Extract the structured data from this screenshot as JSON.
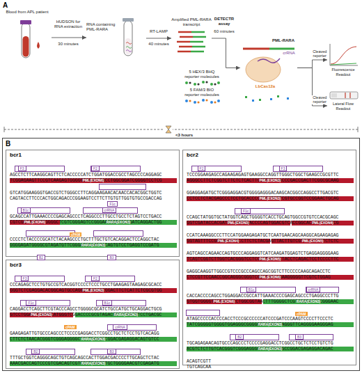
{
  "diagram": {
    "nodes": [
      {
        "text": [
          "Blood from APL patient"
        ]
      },
      {
        "text": [
          "RNA containing PML-RARA"
        ]
      },
      {
        "text": [
          "Amplified PML-RARA transcript"
        ]
      },
      {
        "text": [
          "PML-RARA",
          "crRNA",
          "LbCas12a"
        ]
      },
      {
        "text": [
          "Fluorescence Readout"
        ]
      },
      {
        "text": [
          "Lateral Flow Readout"
        ]
      },
      {
        "text": [
          "B"
        ]
      },
      {
        "in": 6,
        "text": [
          "bcr1",
          "F3",
          "F2",
          "AGCCTCTTCAAGGCAGTTCTCACCCCCATCTGGATGGACCGCCTAGCCCCAGGAGC",
          "TCGGAGAAGTTCCGTCAAGAGTGGGGGTAGACCTACCTGGCGGATCGGGGTCCTCG",
          "PML(EXON6)",
          "GTCATGGAAGGGTGACCGTCTGGGCCTTCAGGAAGAACACAACCACACGGCTGGTC",
          "CAGTACCTTCCCACTGGCAGACCCGGAAGTCCTTCTTGTGTTGGTGTGCCGACCAG",
          "F1c",
          "B1c",
          "crRNA",
          "GCAGCCATTGAAACCCCGAGCAGCCCTCAGGCCCTTGCCTGCCTCTAGTCCTGACC",
          "CGTCGGTAACTTTGGGGCTCGTCGGGAGTCCGGGAACGGACGGAGATCAGGACTGG",
          "PML(EXON6)",
          "RARA(EXON3)",
          "cPAM",
          "CCCCTCTACCCCGCATCTACAAGCCCTGCTTTGCTGTCACAGGACTCCAGGCTAC",
          "GGGGAGATGGGGCGTAGATGTTCGGGACGAAACGACAGTGTCCTGAGGTCCGATG",
          "RARA(EXON3)",
          "B2",
          "B3"
        ]
      },
      {
        "in": 6,
        "text": [
          "bcr2",
          "F2",
          "F3",
          "TCCCGGAAGAGCCAGAAGAGAGTGAAGGCCAGGTTGGGCTGGCTGAAGCCGCGTTC",
          "AGGGCCTTCTCGGTCTTCTCTCACTTCCGGTCCAACCCGACCGACTTCGGCGCAAG",
          "PML(EXON3)",
          "GGAGGAGATGCTCGGGAGGACGTGGGGAGGGACAAGCACGGCCAGGCCTTGACGTC",
          "CCTCCTCTACGAGCCCTCCTGCACCCCTCCCTGTTCGTGCCGGTCCGGAACTGCAG",
          "PML(EXON3)",
          "F1c",
          "CCAGCTATGGTGCTATGGTCAGCTGGGGTCACCTGCAGTGGCCGTGTCCACGCAGC",
          "GGTCGATACCACGATACCAGTCGACCCCAGTGGACGTCACCGGCACAGGTGCGTCG",
          "PML(EXON3)",
          "PML(EXON4)",
          "CCATCAAAGGCCCTTCCATGGAAGAGATGCTCAATGAACAGCAAGGCAGAAGAGAG",
          "GGTAGTTTCCGGGAAGGTACCTTCTCTACGAGTTACTTGTCGTTCCGTCTTCTCTC",
          "PML(EXON4)",
          "PML(EXON5)",
          "AGTCAGCCAGAACCAGTGCCCAGGAGGTCATCAAGATGGAGTCTGAGGAGGGGAAG",
          "TCAGTCGGTCTTGGTCACGGGTCCTCCAGTAGTTCTACCTCAGACTCCTCCCCTTC",
          "PML(EXON5)",
          "GAGGCAAGGTTGGCCGTCCCGCCCAGCCAGCGGTCTTCCCCCAAGCAGACCTC",
          "CTCCGTTCCAACCGGCAGGGCGGGTCGGTCGCCAGAAGGGGGTTCGTCTGGAG",
          "PML(EXON6)",
          "B1c",
          "crRNA",
          "CACCACCCCAGCCTGGAGGACCGCCATTGAAACCCCGAGCAGCCCTGAGGCCCTTG",
          "GTGGTGGGGTCGGACCTCCTGGCGGTAACTTTGGGGCTCGTCGGGACTCCGGGAAC",
          "PML(EXON6)",
          "RARA(EXON3)",
          "cPAM",
          "ATAGCCCCCACCCCACCTCCCGCCCCCCATCCCGATCCCAAGTCCCCTTCCCTC",
          "TATCGGGGGTGGGGTGGAGGGCGGGGGGTAGGGCTAGGGTTCAGGGGAAGGGAG",
          "RARA(EXON3)",
          "B2",
          "B3",
          "TGCAGAGAACAGTGCCCAGCCCTCCCCGAGGACCTCGGCCTGCTCTCCTGTCTG",
          "ACGTCTCTTGTCACGGGTCGGGAGGGGCTCCTGGAGCCGGACGAGAGGACAGAC",
          "RARA(EXON3)",
          "ACAGTCGTT",
          "TGTCAGCAA"
        ]
      },
      {
        "in": 6,
        "text": [
          "bcr3",
          "F3",
          "F2",
          "CCCAGAGCTCCTGTGCCGTCACGGTCCCCTCCCTGCCTGAAGAGTAAGAGCGCACC",
          "GGGTCTCGAGGACACGGCAGTGCCAGGGGAGGGACGGACTTCTCATTCTCGCGTGG",
          "PML(EXON3)",
          "F1c",
          "B1c",
          "CAGGACCTCAGCTTCGTACCCAGCCTGGGGCGCATCTGCCATGCTGCAGGACTGCG",
          "GTCCTGGAGTCGAAGCATGGGTCGGACCCCGCGTAGACGGTACGACGTCCTGACGC",
          "PML(EXON3)",
          "RARA(EXON3)",
          "cPAM",
          "crRNA",
          "GAAGAGATTGTGCCCAGCCCTCCCCGAGGACCTCGGCCTGCTCTCCTGTCACAGG",
          "CTTCTCTAACACGGGTCGGGAGGGGCTCCTGGAGCCGGACGAGAGGACAGTGTCC",
          "RARA(EXON3)",
          "B2",
          "B3",
          "TTTGCTGGTCAGGGCAGCTGTCAGCAGCCACTTGGACGACCCCTTGCAGCTCTAC",
          "AAACGACCAGTCCCGTCGACAGTCGTCGGTGAACCTGCTGGGGAACGTCGAGATG",
          "RARA(EXON3)"
        ]
      }
    ],
    "edges": [
      {
        "from": 0,
        "to": 1,
        "arrow": "to"
      },
      {
        "from": 1,
        "to": 2,
        "arrow": "to"
      },
      {
        "from": 2,
        "to": 3,
        "arrow": "to"
      },
      {
        "from": 3,
        "to": 4,
        "arrow": "to",
        "label": "Cleaved reporter"
      },
      {
        "from": 3,
        "to": 5,
        "arrow": "to",
        "label": "Cleaved reporter"
      }
    ],
    "labels": [
      "A",
      "HUDSON for RNA extraction",
      "30 minutes",
      "RT-LAMP",
      "40 minutes",
      "DETECTR assay",
      "60 minutes",
      "5 HEX/3 BHQ reporter molecules",
      "5 FAM/3 BIO reporter molecules",
      "<3 hours"
    ]
  }
}
